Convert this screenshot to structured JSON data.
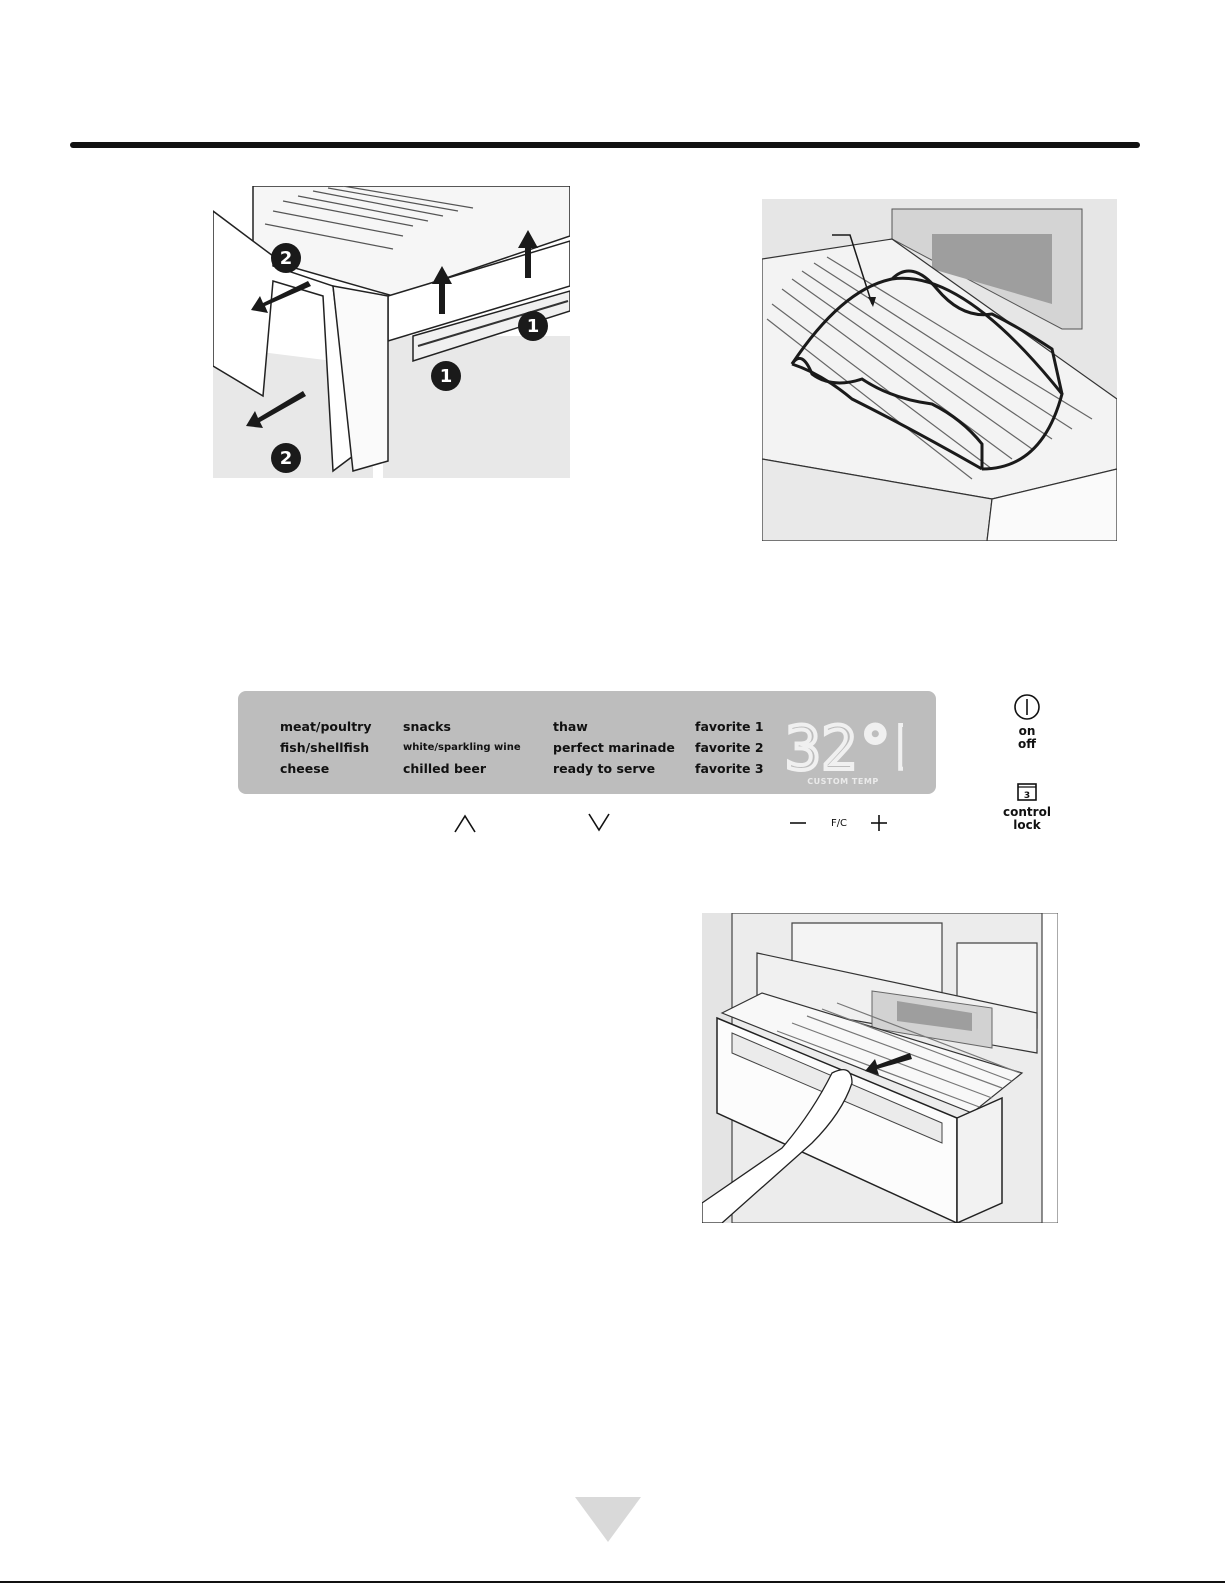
{
  "panel": {
    "col1": [
      "meat/poultry",
      "fish/shellfish",
      "cheese"
    ],
    "col2": [
      "snacks",
      "white/sparkling wine",
      "chilled beer"
    ],
    "col3": [
      "thaw",
      "perfect marinade",
      "ready to serve"
    ],
    "col4": [
      "favorite 1",
      "favorite 2",
      "favorite 3"
    ],
    "temperature": "32°F",
    "temp_caption": "CUSTOM TEMP",
    "fc_label": "F/C",
    "power_label_on": "on",
    "power_label_off": "off",
    "lock_label_1": "control",
    "lock_label_2": "lock",
    "lock_icon_number": "3"
  },
  "step_badges": [
    "1",
    "1",
    "2",
    "2"
  ],
  "icons": {
    "up": "chevron-up-icon",
    "down": "chevron-down-icon",
    "minus": "minus-icon",
    "plus": "plus-icon",
    "power": "power-icon",
    "lock": "lock-icon"
  },
  "colors": {
    "panel_bg": "#bdbdbd",
    "display_text": "#f0f0f0",
    "illustration_bg": "#ececec",
    "next_page_arrow": "#d9d9d9"
  }
}
